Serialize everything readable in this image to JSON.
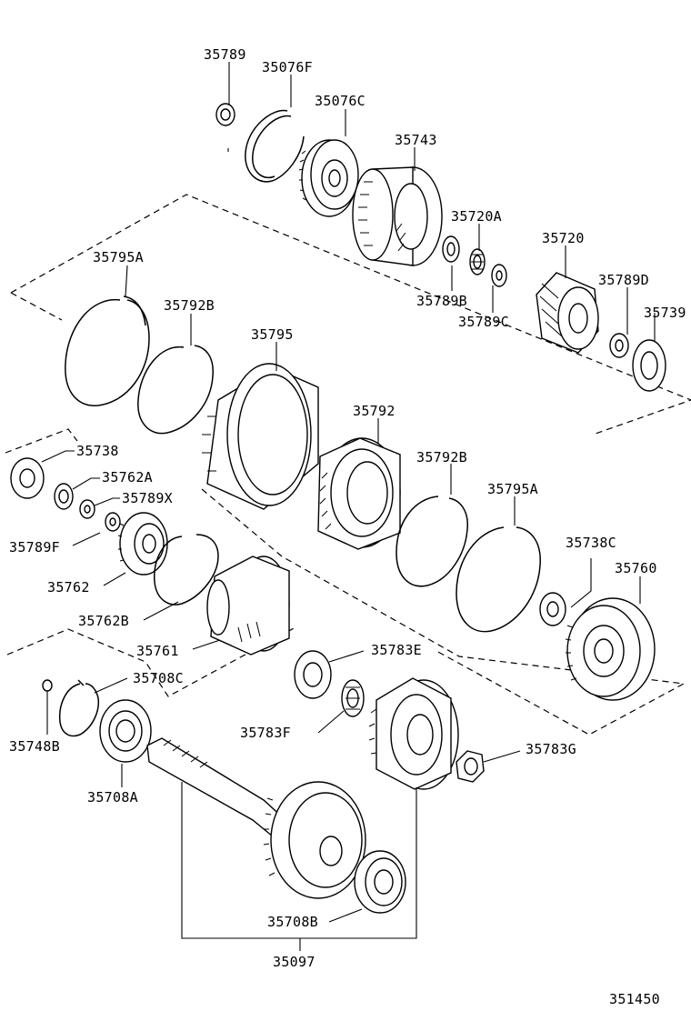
{
  "diagram_id": "351450",
  "labels": {
    "p35789": "35789",
    "p35076F": "35076F",
    "p35076C": "35076C",
    "p35743": "35743",
    "p35720A": "35720A",
    "p35720": "35720",
    "p35789B": "35789B",
    "p35789C": "35789C",
    "p35789D": "35789D",
    "p35739": "35739",
    "p35795A_top": "35795A",
    "p35792B_top": "35792B",
    "p35795": "35795",
    "p35792": "35792",
    "p35792B_right": "35792B",
    "p35795A_right": "35795A",
    "p35738": "35738",
    "p35762A": "35762A",
    "p35789X": "35789X",
    "p35789F": "35789F",
    "p35762": "35762",
    "p35762B": "35762B",
    "p35761": "35761",
    "p35738C": "35738C",
    "p35760": "35760",
    "p35783E": "35783E",
    "p35708C": "35708C",
    "p35748B": "35748B",
    "p35783F": "35783F",
    "p35783G": "35783G",
    "p35708A": "35708A",
    "p35708B": "35708B",
    "p35097": "35097"
  }
}
